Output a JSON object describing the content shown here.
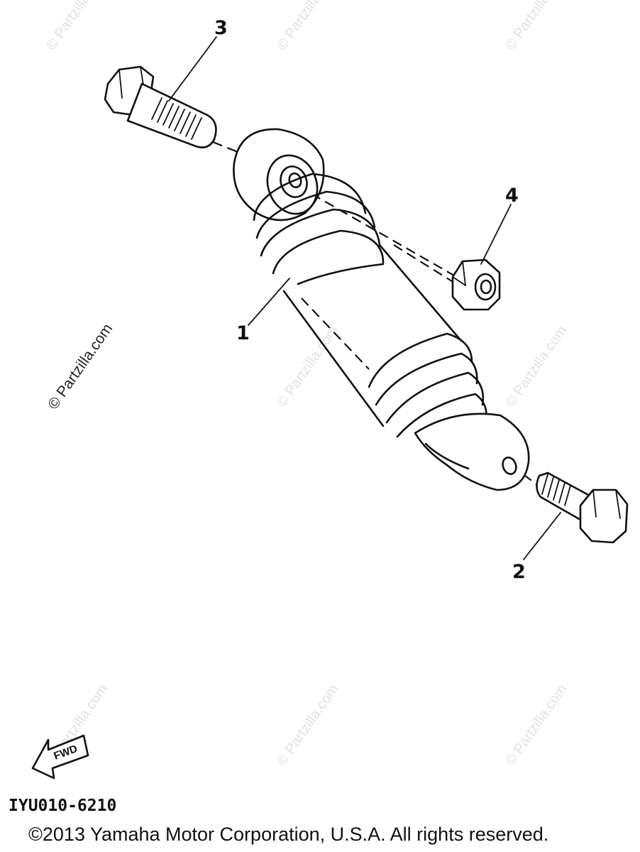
{
  "watermark": {
    "text": "© Partzilla.com"
  },
  "callouts": {
    "shock_absorber": "1",
    "bolt_lower": "2",
    "bolt_upper": "3",
    "nut": "4"
  },
  "fwd_label": "FWD",
  "part_code": "IYU010-6210",
  "copyright": "©2013  Yamaha Motor Corporation, U.S.A. All rights reserved."
}
